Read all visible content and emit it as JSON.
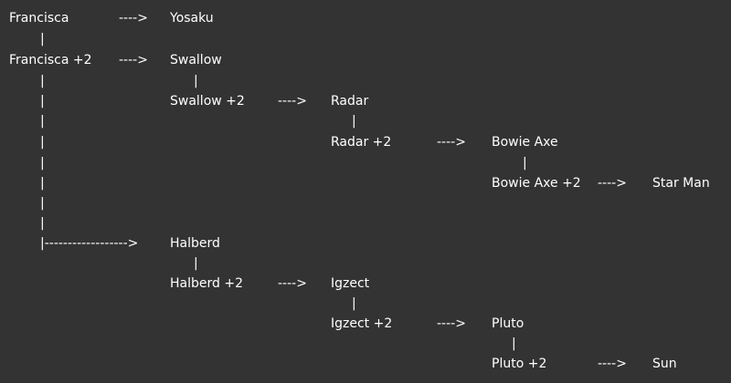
{
  "colors": {
    "background": "#333333",
    "text": "#ffffff"
  },
  "nodes": {
    "francisca": "Francisca",
    "francisca_plus2": "Francisca +2",
    "yosaku": "Yosaku",
    "swallow": "Swallow",
    "swallow_plus2": "Swallow +2",
    "radar": "Radar",
    "radar_plus2": "Radar +2",
    "bowie_axe": "Bowie Axe",
    "bowie_axe_plus2": "Bowie Axe +2",
    "star_man": "Star Man",
    "halberd": "Halberd",
    "halberd_plus2": "Halberd +2",
    "igzect": "Igzect",
    "igzect_plus2": "Igzect +2",
    "pluto": "Pluto",
    "pluto_plus2": "Pluto +2",
    "sun": "Sun"
  },
  "connectors": {
    "arrow_short": "---->",
    "arrow_long": "|------------------>",
    "vertical_bar": "|"
  }
}
